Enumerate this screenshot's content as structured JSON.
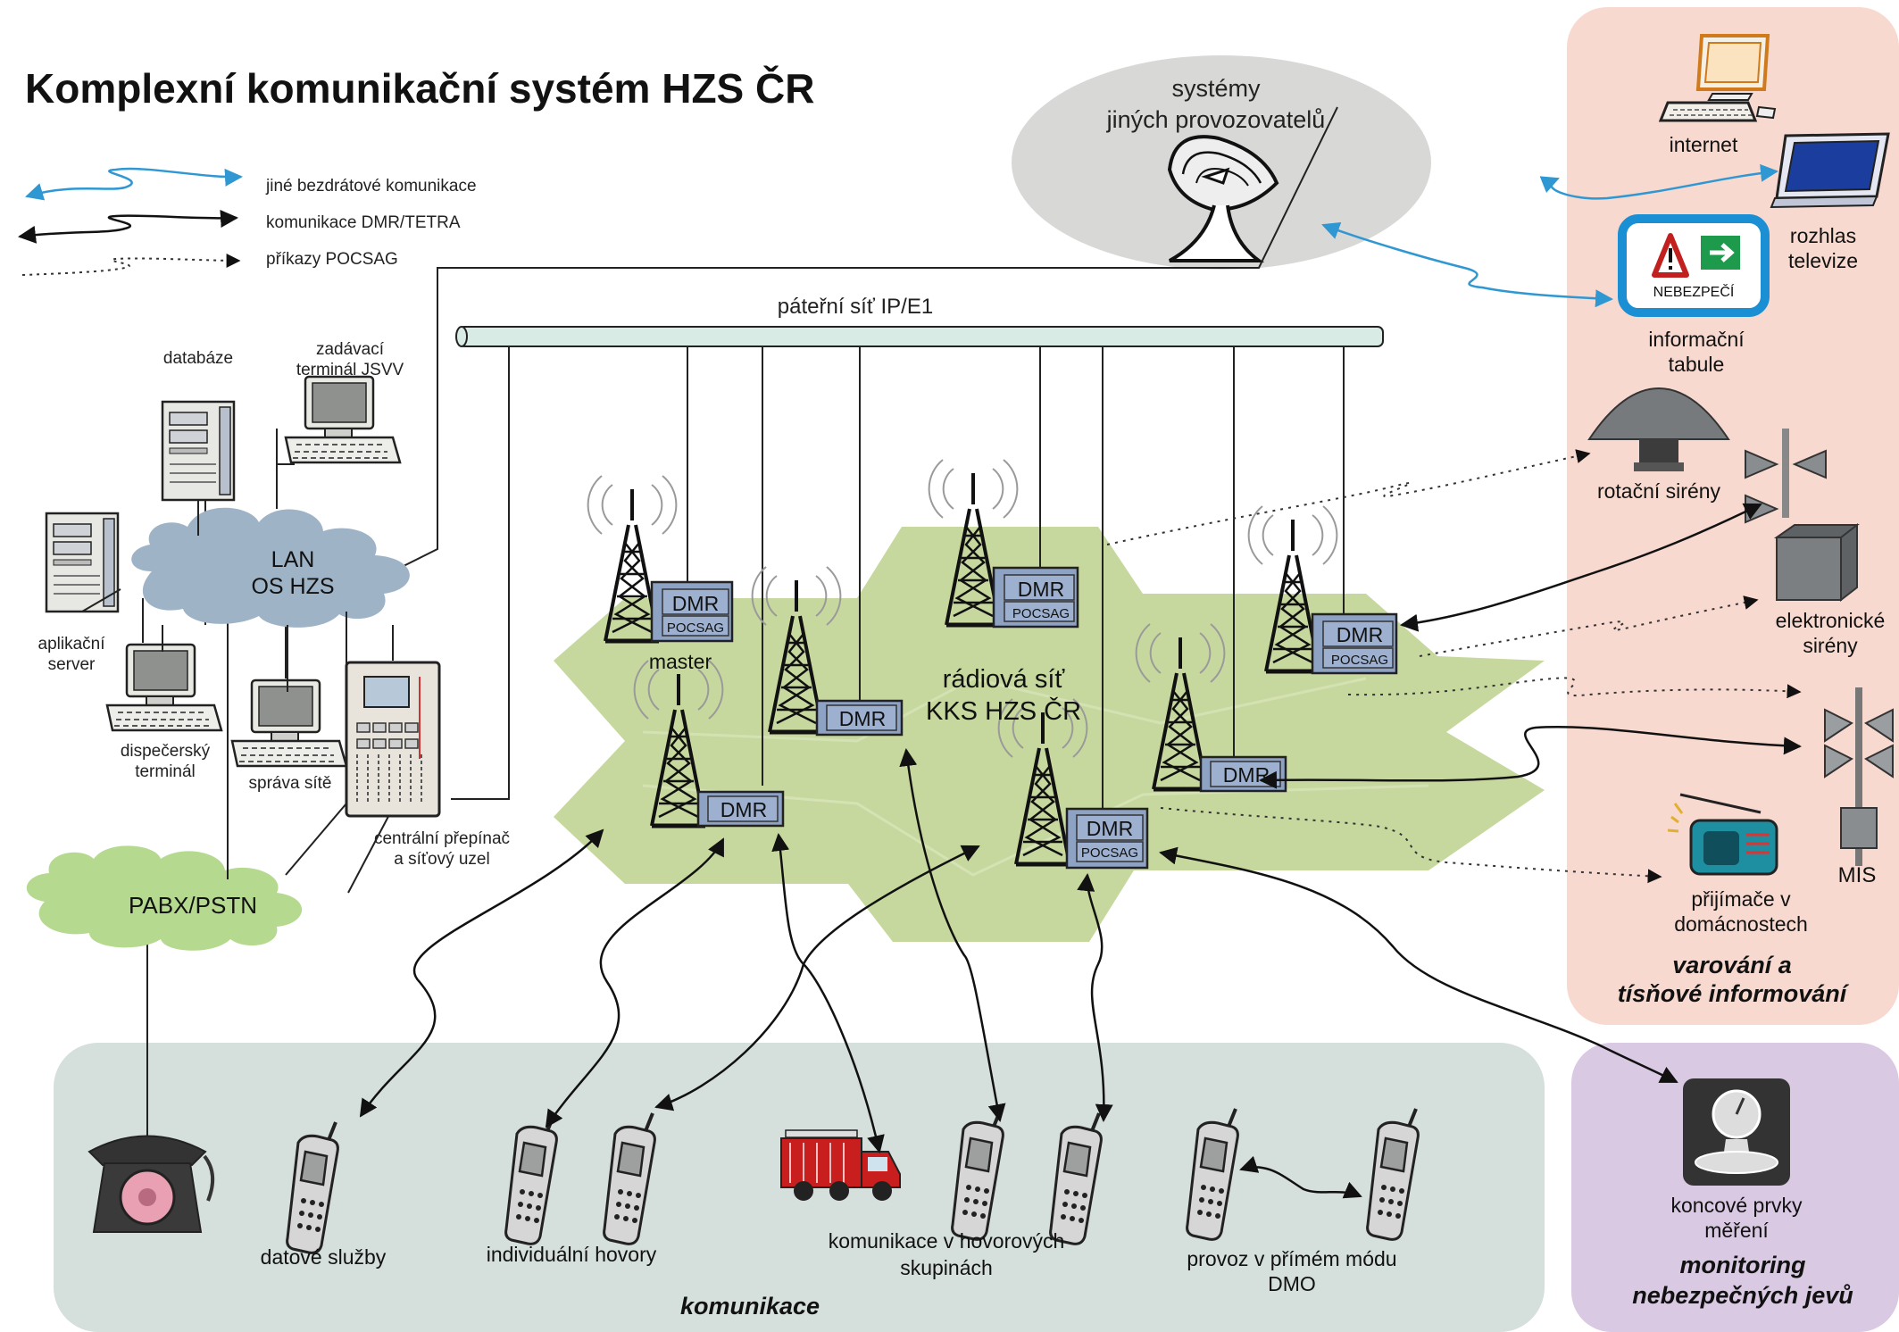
{
  "title": "Komplexní komunikační systém HZS ČR",
  "legend": {
    "wireless_other": "jiné bezdrátové komunikace",
    "dmr_tetra": "komunikace DMR/TETRA",
    "pocsag": "příkazy POCSAG"
  },
  "backbone": "páteřní síť IP/E1",
  "other_operators": {
    "line1": "systémy",
    "line2": "jiných provozovatelů"
  },
  "lan": {
    "line1": "LAN",
    "line2": "OS HZS"
  },
  "pabx": "PABX/PSTN",
  "labels": {
    "database": "databáze",
    "jsvv_l1": "zadávací",
    "jsvv_l2": "terminál JSVV",
    "appserver_l1": "aplikační",
    "appserver_l2": "server",
    "dispatch_l1": "dispečerský",
    "dispatch_l2": "terminál",
    "netmgmt": "správa sítě",
    "switch_l1": "centrální přepínač",
    "switch_l2": "a síťový uzel",
    "master": "master",
    "radio_l1": "rádiová síť",
    "radio_l2": "KKS  HZS ČR"
  },
  "station": {
    "dmr": "DMR",
    "pocsag": "POCSAG"
  },
  "warning": {
    "internet": "internet",
    "tv_l1": "rozhlas",
    "tv_l2": "televize",
    "board_sign": "NEBEZPEČÍ",
    "board_l1": "informační",
    "board_l2": "tabule",
    "rot_sirens": "rotační sirény",
    "el_sirens_l1": "elektronické",
    "el_sirens_l2": "sirény",
    "mis": "MIS",
    "receivers_l1": "přijímače v",
    "receivers_l2": "domácnostech",
    "panel_l1": "varování a",
    "panel_l2": "tísňové informování"
  },
  "monitoring": {
    "item_l1": "koncové prvky",
    "item_l2": "měření",
    "panel_l1": "monitoring",
    "panel_l2": "nebezpečných jevů"
  },
  "comm": {
    "data": "datové služby",
    "individual": "individuální hovory",
    "groups_l1": "komunikace v hovorových",
    "groups_l2": "skupinách",
    "dmo_l1": "provoz v přímém módu",
    "dmo_l2": "DMO",
    "panel": "komunikace"
  },
  "colors": {
    "salmon": "#f8d9cf",
    "lilac": "#d9c9e3",
    "mint": "#d5dfdb",
    "hex": "#c6d89e",
    "cloud_lan": "#9eb3c6",
    "cloud_pabx": "#b5d98f",
    "station": "#8ea2c4",
    "blue_arrow": "#2f97d2"
  }
}
